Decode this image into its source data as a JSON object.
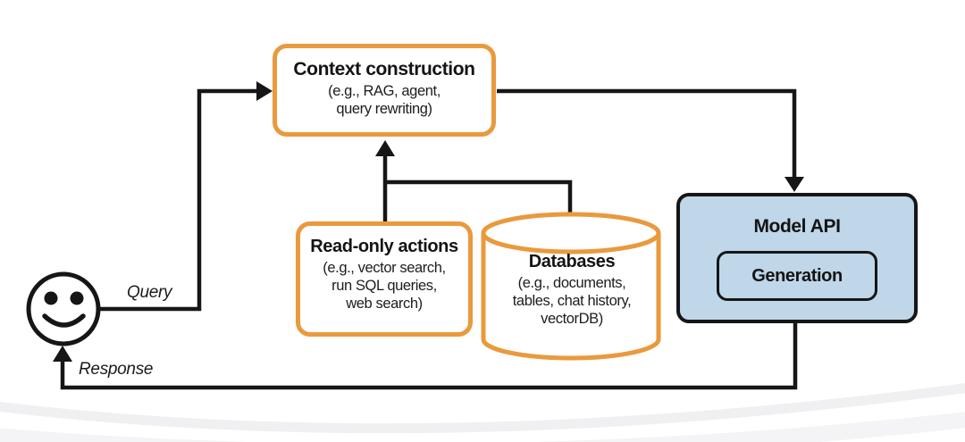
{
  "labels": {
    "query": "Query",
    "response": "Response"
  },
  "nodes": {
    "context_construction": {
      "title": "Context construction",
      "subtitle_lines": [
        "(e.g., RAG, agent,",
        "query rewriting)"
      ]
    },
    "read_only_actions": {
      "title": "Read-only actions",
      "subtitle_lines": [
        "(e.g., vector search,",
        "run SQL queries,",
        "web search)"
      ]
    },
    "databases": {
      "title": "Databases",
      "subtitle_lines": [
        "(e.g., documents,",
        "tables, chat history,",
        "vectorDB)"
      ]
    },
    "model_api": {
      "title": "Model API",
      "inner_label": "Generation"
    }
  },
  "icons": {
    "user": "smiley-face-icon",
    "databases": "database-cylinder-icon"
  },
  "colors": {
    "accent_orange": "#e99a3d",
    "model_api_fill": "#bfd7e9",
    "line_black": "#161616",
    "background": "#ffffff"
  }
}
